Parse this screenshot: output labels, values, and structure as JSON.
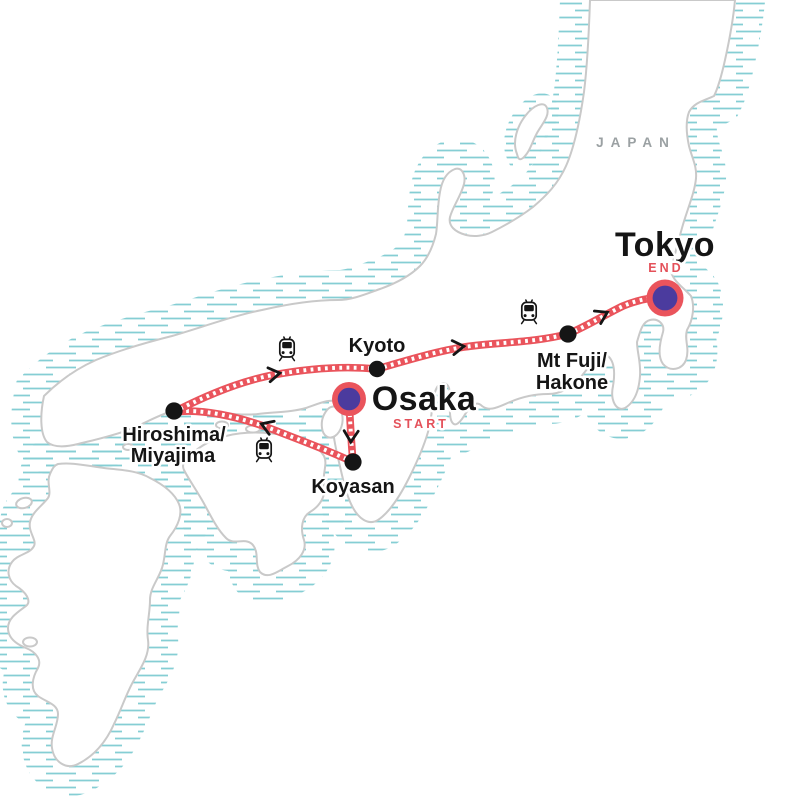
{
  "map": {
    "title": "Japan tour route map",
    "country_label": "JAPAN",
    "colors": {
      "route": "#EA545C",
      "marker_purple": "#4B3B9E",
      "coast": "#C9C9C9",
      "water_hatch": "#85CED4",
      "stop": "#151515",
      "label_red": "#E4515A",
      "country_gray": "#9BA1A3"
    },
    "labels": {
      "tokyo": "Tokyo",
      "end_tag": "END",
      "osaka": "Osaka",
      "start_tag": "START",
      "kyoto": "Kyoto",
      "mtfuji_line1": "Mt Fuji/",
      "mtfuji_line2": "Hakone",
      "hiroshima_line1": "Hiroshima/",
      "hiroshima_line2": "Miyajima",
      "koyasan": "Koyasan",
      "japan": "JAPAN"
    },
    "route_info": {
      "start": "Osaka",
      "end": "Tokyo",
      "transport": "train",
      "stops_in_order": [
        "Osaka",
        "Koyasan",
        "Hiroshima/Miyajima",
        "Kyoto",
        "Mt Fuji/Hakone",
        "Tokyo"
      ]
    }
  }
}
